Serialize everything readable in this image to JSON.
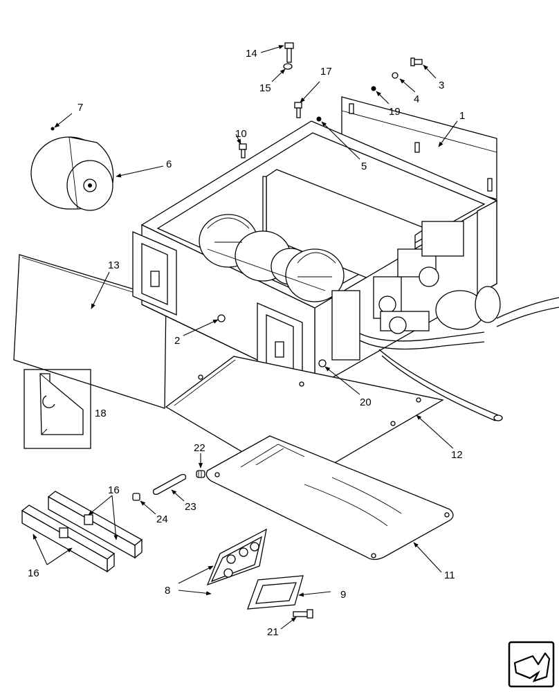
{
  "diagram": {
    "callouts": [
      {
        "id": "1",
        "label": "1"
      },
      {
        "id": "2",
        "label": "2"
      },
      {
        "id": "3",
        "label": "3"
      },
      {
        "id": "4",
        "label": "4"
      },
      {
        "id": "5",
        "label": "5"
      },
      {
        "id": "6",
        "label": "6"
      },
      {
        "id": "7",
        "label": "7"
      },
      {
        "id": "8",
        "label": "8"
      },
      {
        "id": "9",
        "label": "9"
      },
      {
        "id": "10",
        "label": "10"
      },
      {
        "id": "11",
        "label": "11"
      },
      {
        "id": "12",
        "label": "12"
      },
      {
        "id": "13",
        "label": "13"
      },
      {
        "id": "14",
        "label": "14"
      },
      {
        "id": "15",
        "label": "15"
      },
      {
        "id": "16a",
        "label": "16"
      },
      {
        "id": "16b",
        "label": "16"
      },
      {
        "id": "17",
        "label": "17"
      },
      {
        "id": "18",
        "label": "18"
      },
      {
        "id": "19",
        "label": "19"
      },
      {
        "id": "20",
        "label": "20"
      },
      {
        "id": "21",
        "label": "21"
      },
      {
        "id": "22",
        "label": "22"
      },
      {
        "id": "23",
        "label": "23"
      },
      {
        "id": "24",
        "label": "24"
      }
    ],
    "nav_icon": "next-page-arrow-icon"
  }
}
